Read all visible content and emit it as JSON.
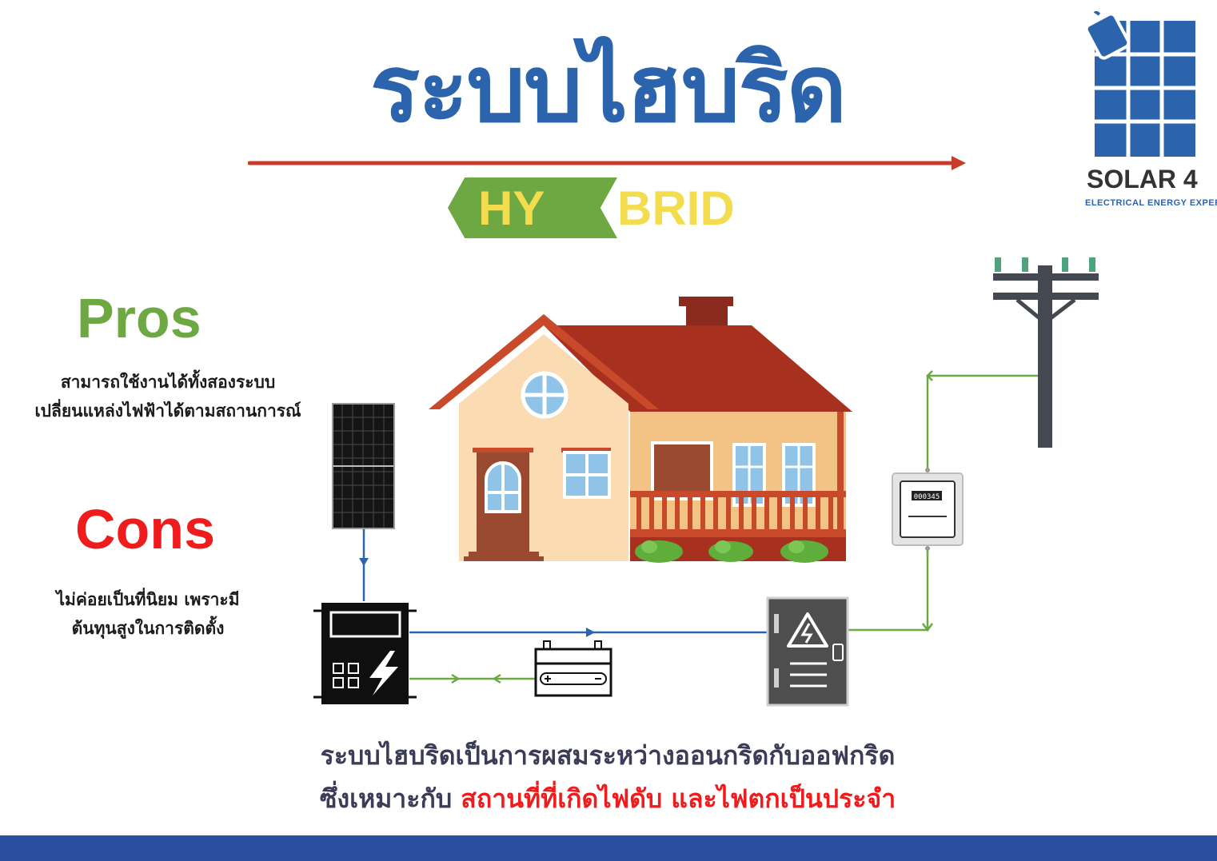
{
  "title": "ระบบไฮบริด",
  "subtitle": {
    "part1": "HY",
    "part2": "BRID"
  },
  "logo": {
    "name": "SOLAR 4",
    "tagline": "ELECTRICAL ENERGY EXPERT"
  },
  "pros": {
    "heading": "Pros",
    "lines": [
      "สามารถใช้งานได้ทั้งสองระบบ",
      "เปลี่ยนแหล่งไฟฟ้าได้ตามสถานการณ์"
    ]
  },
  "cons": {
    "heading": "Cons",
    "lines": [
      "ไม่ค่อยเป็นที่นิยม เพราะมี",
      "ต้นทุนสูงในการติดตั้ง"
    ]
  },
  "meter": {
    "reading": "000345"
  },
  "summary": {
    "line1": "ระบบไฮบริดเป็นการผสมระหว่างออนกริดกับออฟกริด",
    "line2_prefix": "ซึ่งเหมาะกับ",
    "line2_highlight": "สถานที่ที่เกิดไฟดับ และไฟตกเป็นประจำ"
  },
  "colors": {
    "title_blue": "#2b63ad",
    "pros_green": "#6ea843",
    "cons_red": "#ee1c1c",
    "hybrid_yellow": "#f3dd4e",
    "arrow_red": "#c83b2b",
    "flow_blue": "#2b63ad",
    "flow_green": "#6ea843",
    "footer_blue": "#2a4f9e"
  },
  "icons": [
    "solar-panel-icon",
    "inverter-icon",
    "battery-icon",
    "distribution-board-icon",
    "electric-meter-icon",
    "power-pole-icon",
    "house-icon",
    "solar4-logo-icon"
  ]
}
